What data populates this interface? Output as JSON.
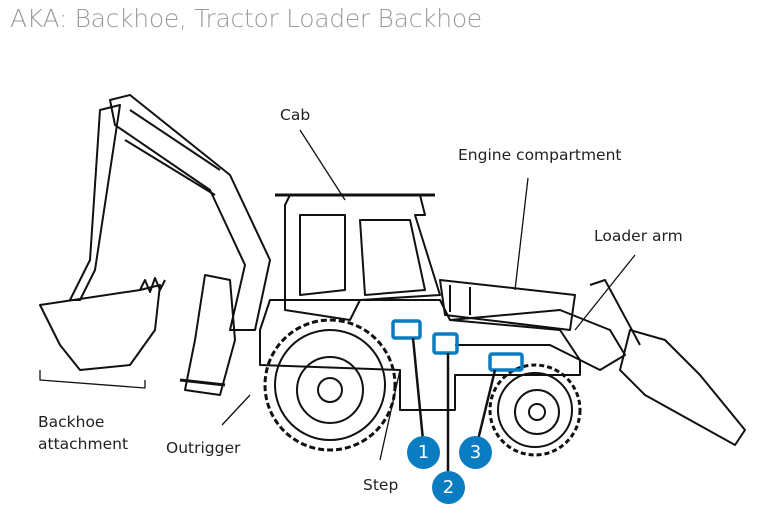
{
  "title": "AKA: Backhoe, Tractor Loader Backhoe",
  "labels": {
    "cab": "Cab",
    "engine": "Engine compartment",
    "loader_arm": "Loader arm",
    "backhoe_line1": "Backhoe",
    "backhoe_line2": "attachment",
    "outrigger": "Outrigger",
    "step": "Step"
  },
  "markers": [
    "1",
    "2",
    "3"
  ],
  "colors": {
    "accent": "#0a7cc1",
    "title": "#9a9a9a"
  }
}
